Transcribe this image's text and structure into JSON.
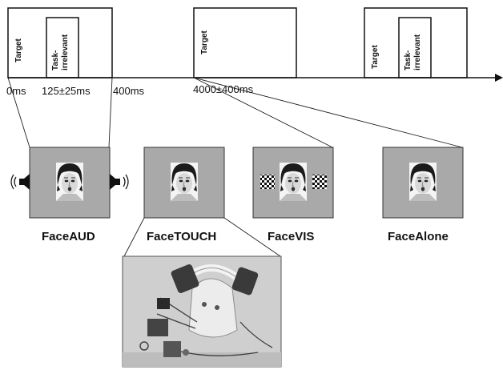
{
  "timeline": {
    "pulse_labels": {
      "target_1": "Target",
      "task_irrelevant_1_line1": "Task-",
      "task_irrelevant_1_line2": "irrelevant",
      "target_2": "Target",
      "target_3": "Target",
      "task_irrelevant_2_line1": "Task-",
      "task_irrelevant_2_line2": "irrelevant"
    },
    "time_labels": {
      "t0": "0ms",
      "t1": "125±25ms",
      "t2": "400ms",
      "t3": "4000±400ms"
    }
  },
  "conditions": [
    {
      "label": "FaceAUD"
    },
    {
      "label": "FaceTOUCH"
    },
    {
      "label": "FaceVIS"
    },
    {
      "label": "FaceAlone"
    }
  ],
  "icons": {
    "speaker": "speaker-icon",
    "checkerboard": "checkerboard-icon",
    "face": "face-photo",
    "apparatus": "touch-apparatus-photo"
  },
  "colors": {
    "stimulus_gray": "#a9a9a9",
    "line": "#111111",
    "photo_bg": "#cfcfcf"
  }
}
